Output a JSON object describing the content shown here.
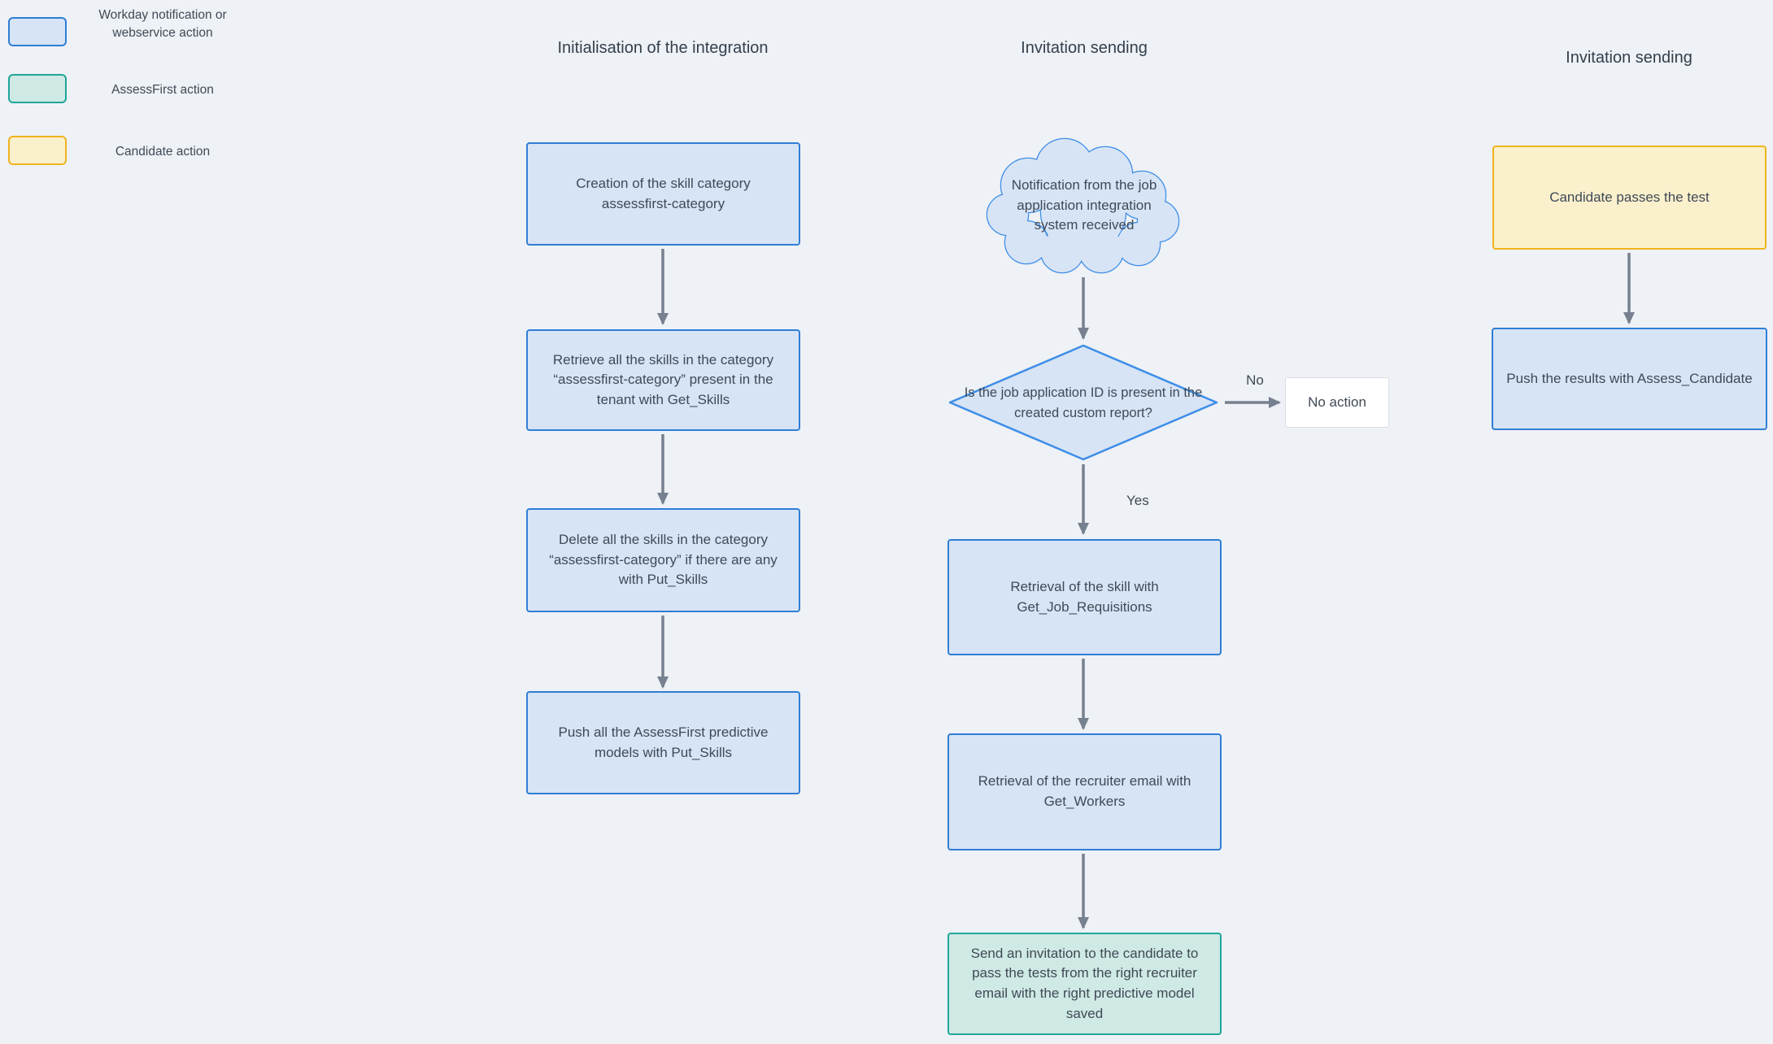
{
  "colors": {
    "background": "#eef1f5",
    "workday-fill": "#d7e4f5",
    "workday-border": "#2f7ed6",
    "flow-border": "#3e8ee8",
    "assessfirst-fill": "#cfe9e4",
    "assessfirst-border": "#21a69a",
    "candidate-fill": "#faf0cc",
    "candidate-border": "#f0b41e",
    "neutral-fill": "#ffffff",
    "neutral-border": "#d9dee4",
    "arrow": "#76808f",
    "text": "#3f4a56"
  },
  "legend": {
    "items": [
      {
        "type": "workday",
        "label": "Workday notification or webservice action"
      },
      {
        "type": "assessfirst",
        "label": "AssessFirst action"
      },
      {
        "type": "candidate",
        "label": "Candidate action"
      }
    ]
  },
  "columns": {
    "init": {
      "title": "Initialisation of the integration",
      "steps": [
        "Creation of the skill category assessfirst-category",
        "Retrieve all the skills in the category “assessfirst-category” present in the tenant with Get_Skills",
        "Delete all the skills in the category “assessfirst-category” if there are any with Put_Skills",
        "Push all the AssessFirst predictive models with Put_Skills"
      ]
    },
    "invitation": {
      "title": "Invitation sending",
      "cloud": "Notification from the job application integration system received",
      "decision": "Is the job application ID is present in the\ncreated custom report?",
      "no_label": "No",
      "yes_label": "Yes",
      "no_action": "No action",
      "steps": [
        "Retrieval of the skill with Get_Job_Requisitions",
        "Retrieval of the recruiter email with Get_Workers",
        "Send an invitation to the candidate to pass the tests from the right recruiter email with the right predictive model saved"
      ]
    },
    "results": {
      "title": "Invitation sending",
      "candidate_step": "Candidate passes the test",
      "push_step": "Push the results with Assess_Candidate"
    }
  }
}
